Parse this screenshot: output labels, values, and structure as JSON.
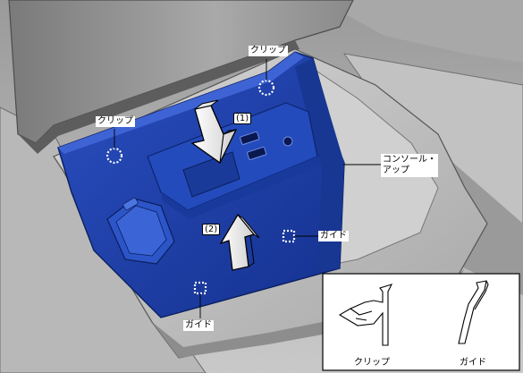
{
  "labels": {
    "clip_top_right": "クリップ",
    "clip_left": "クリップ",
    "step_1": "(1)",
    "step_2": "(2)",
    "console_line1": "コンソール・",
    "console_line2": "アップ",
    "guide_right": "ガイド",
    "guide_bottom": "ガイド"
  },
  "inset": {
    "clip_caption": "クリップ",
    "guide_caption": "ガイド"
  },
  "colors": {
    "panel_blue": "#1d3fa8",
    "panel_blue_dark": "#123081",
    "panel_blue_light": "#3a5cc8",
    "interior_gray": "#bdbdbd",
    "interior_dark": "#8c8c8c"
  }
}
